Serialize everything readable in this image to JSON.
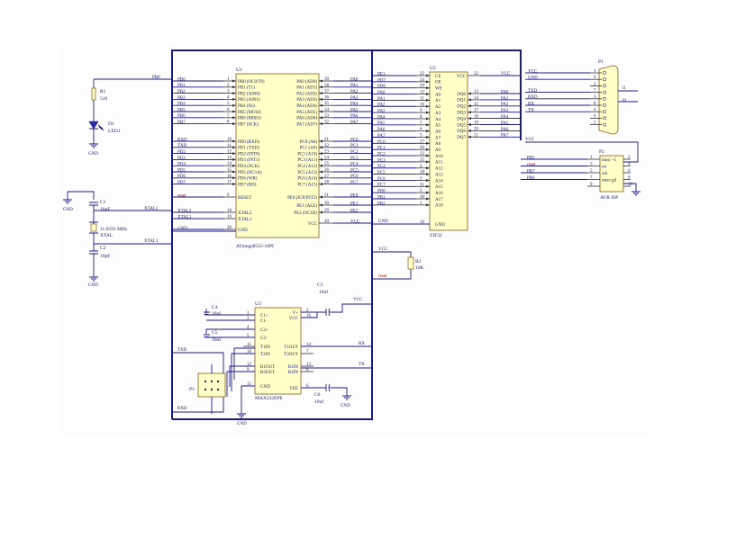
{
  "u1": {
    "ref": "U1",
    "part": "ATmega8515-16PI",
    "left_pins": [
      {
        "name": "PB0 (OC0/T0)",
        "num": "1"
      },
      {
        "name": "PB1 (T1)",
        "num": "2"
      },
      {
        "name": "PB2 (AIN0)",
        "num": "3"
      },
      {
        "name": "PB3 (AIN1)",
        "num": "4"
      },
      {
        "name": "PB4 (SS)",
        "num": "5"
      },
      {
        "name": "PB5 (MOSI)",
        "num": "6"
      },
      {
        "name": "PB6 (MISO)",
        "num": "7"
      },
      {
        "name": "PB7 (SCK)",
        "num": "8"
      },
      {
        "name": "PD0 (RXD)",
        "num": "10"
      },
      {
        "name": "PD1 (TXD)",
        "num": "11"
      },
      {
        "name": "PD2 (INT0)",
        "num": "12"
      },
      {
        "name": "PD3 (INT1)",
        "num": "13"
      },
      {
        "name": "PD4 (XCK)",
        "num": "14"
      },
      {
        "name": "PD5 (OC1A)",
        "num": "15"
      },
      {
        "name": "PD6 (WR)",
        "num": "16"
      },
      {
        "name": "PD7 (RD)",
        "num": "17"
      },
      {
        "name": "RESET",
        "num": "9"
      },
      {
        "name": "XTAL2",
        "num": "18"
      },
      {
        "name": "XTAL1",
        "num": "19"
      },
      {
        "name": "GND",
        "num": "20"
      }
    ],
    "left_nets": [
      "PB0",
      "PB1",
      "PB2",
      "PB3",
      "PB4",
      "PB5",
      "PB6",
      "PB7",
      "RXD",
      "TXD",
      "PD2",
      "PD3",
      "PD4",
      "PD5",
      "PD6",
      "PD7",
      "reset",
      "XTAL2",
      "XTAL1",
      "GND"
    ],
    "right_pins": [
      {
        "name": "PA0 (AD0)",
        "num": "39"
      },
      {
        "name": "PA1 (AD1)",
        "num": "38"
      },
      {
        "name": "PA2 (AD2)",
        "num": "37"
      },
      {
        "name": "PA3 (AD3)",
        "num": "36"
      },
      {
        "name": "PA4 (AD4)",
        "num": "35"
      },
      {
        "name": "PA5 (AD5)",
        "num": "34"
      },
      {
        "name": "PA6 (AD6)",
        "num": "33"
      },
      {
        "name": "PA7 (AD7)",
        "num": "32"
      },
      {
        "name": "PC0 (A8)",
        "num": "21"
      },
      {
        "name": "PC1 (A9)",
        "num": "22"
      },
      {
        "name": "PC2 (A10)",
        "num": "23"
      },
      {
        "name": "PC3 (A11)",
        "num": "24"
      },
      {
        "name": "PC4 (A12)",
        "num": "25"
      },
      {
        "name": "PC5 (A13)",
        "num": "26"
      },
      {
        "name": "PC6 (A14)",
        "num": "27"
      },
      {
        "name": "PC7 (A15)",
        "num": "28"
      },
      {
        "name": "PE0 (ICP/INT2)",
        "num": "31"
      },
      {
        "name": "PE1 (ALE)",
        "num": "30"
      },
      {
        "name": "PE2 (OC1B)",
        "num": "29"
      },
      {
        "name": "VCC",
        "num": "40"
      }
    ],
    "right_nets": [
      "PA0",
      "PA1",
      "PA2",
      "PA3",
      "PA4",
      "PA5",
      "PA6",
      "PA7",
      "PC0",
      "PC1",
      "PC2",
      "PC3",
      "PC4",
      "PC5",
      "PC6",
      "PC7",
      "PE0",
      "PE1",
      "PE2",
      "VCC"
    ]
  },
  "u2": {
    "ref": "U2",
    "part": "ZIF32",
    "left_pins": [
      {
        "name": "CE",
        "num": "22"
      },
      {
        "name": "OE",
        "num": "24"
      },
      {
        "name": "WE",
        "num": "29"
      },
      {
        "name": "A0",
        "num": "12"
      },
      {
        "name": "A1",
        "num": "11"
      },
      {
        "name": "A2",
        "num": "10"
      },
      {
        "name": "A3",
        "num": "9"
      },
      {
        "name": "A4",
        "num": "8"
      },
      {
        "name": "A5",
        "num": "7"
      },
      {
        "name": "A6",
        "num": "6"
      },
      {
        "name": "A7",
        "num": "5"
      },
      {
        "name": "A8",
        "num": "27"
      },
      {
        "name": "A9",
        "num": "26"
      },
      {
        "name": "A10",
        "num": "23"
      },
      {
        "name": "A11",
        "num": "25"
      },
      {
        "name": "A12",
        "num": "4"
      },
      {
        "name": "A13",
        "num": "28"
      },
      {
        "name": "A14",
        "num": "3"
      },
      {
        "name": "A15",
        "num": "31"
      },
      {
        "name": "A16",
        "num": "2"
      },
      {
        "name": "A17",
        "num": "30"
      },
      {
        "name": "A18",
        "num": "1"
      },
      {
        "name": "GND",
        "num": "16"
      }
    ],
    "left_nets": [
      "PE1",
      "PD7",
      "PD6",
      "PA0",
      "PA1",
      "PA2",
      "PA3",
      "PA4",
      "PA5",
      "PA6",
      "PA7",
      "PC0",
      "PC1",
      "PC2",
      "PC3",
      "PC4",
      "PC5",
      "PC6",
      "PC7",
      "PB0",
      "PB1",
      "PB2",
      "GND"
    ],
    "right_pins": [
      {
        "name": "VCC",
        "num": "32"
      },
      {
        "name": "DQ0",
        "num": "13"
      },
      {
        "name": "DQ1",
        "num": "14"
      },
      {
        "name": "DQ2",
        "num": "15"
      },
      {
        "name": "DQ3",
        "num": "17"
      },
      {
        "name": "DQ4",
        "num": "18"
      },
      {
        "name": "DQ5",
        "num": "19"
      },
      {
        "name": "DQ6",
        "num": "20"
      },
      {
        "name": "DQ7",
        "num": "21"
      }
    ],
    "right_nets": [
      "VCC",
      "PA0",
      "PA1",
      "PA2",
      "PA3",
      "PA4",
      "PA5",
      "PA6",
      "PA7"
    ]
  },
  "u3": {
    "ref": "U3",
    "part": "MAX232EPE",
    "left_pins": [
      {
        "name": "C1+",
        "num": "1"
      },
      {
        "name": "C1-",
        "num": "3"
      },
      {
        "name": "C2+",
        "num": "4"
      },
      {
        "name": "C2-",
        "num": "5"
      },
      {
        "name": "T1IN",
        "num": "11"
      },
      {
        "name": "T2IN",
        "num": "10"
      },
      {
        "name": "R1OUT",
        "num": "12"
      },
      {
        "name": "R2OUT",
        "num": "9"
      },
      {
        "name": "GND",
        "num": "15"
      }
    ],
    "right_pins": [
      {
        "name": "V+",
        "num": "2"
      },
      {
        "name": "VCC",
        "num": "16"
      },
      {
        "name": "T1OUT",
        "num": "14"
      },
      {
        "name": "T2OUT",
        "num": "7"
      },
      {
        "name": "R1IN",
        "num": "13"
      },
      {
        "name": "R2IN",
        "num": "8"
      },
      {
        "name": "VEE",
        "num": "6"
      }
    ]
  },
  "p1": {
    "ref": "P1",
    "pins": [
      "1",
      "6",
      "2",
      "7",
      "3",
      "8",
      "4",
      "9",
      "5"
    ],
    "nets": [
      "VCC",
      "GND",
      "",
      "TXD",
      "RXD",
      "RX",
      "TX",
      "",
      ""
    ],
    "extra": [
      "11",
      "10"
    ]
  },
  "p2": {
    "ref": "P2",
    "part": "AVR ISP",
    "rows": [
      {
        "net": "PB5",
        "l": "1",
        "name": "mosi +5",
        "r": "2"
      },
      {
        "net": "reset",
        "l": "3",
        "name": "rst",
        "r": "4"
      },
      {
        "net": "PB7",
        "l": "5",
        "name": "sck",
        "r": "6"
      },
      {
        "net": "PB6",
        "l": "7",
        "name": "miso gd",
        "r": "8"
      },
      {
        "net": "",
        "l": "9",
        "name": "",
        "r": "10"
      }
    ],
    "vcc": "VCC"
  },
  "p3": {
    "ref": "P3"
  },
  "passives": {
    "r1": {
      "ref": "R1",
      "value": "510"
    },
    "r2": {
      "ref": "R2",
      "value": "10K"
    },
    "d1": {
      "ref": "D1",
      "value": "LED1"
    },
    "c1": {
      "ref": "C1",
      "value": "10pF"
    },
    "c2": {
      "ref": "C2",
      "value": "10pF"
    },
    "c3": {
      "ref": "C3",
      "value": "10uf"
    },
    "c4": {
      "ref": "C4",
      "value": "10uf"
    },
    "c5": {
      "ref": "C5",
      "value": "10uf"
    },
    "c6": {
      "ref": "C6",
      "value": "10uf"
    },
    "y1": {
      "ref": "11.0592 MHz",
      "value": "XTAL"
    }
  },
  "nets": {
    "gnd": "GND",
    "vcc": "VCC",
    "pb0": "PB0",
    "xtal1": "XTAL1",
    "xtal2": "XTAL2",
    "reset": "reset",
    "txd": "TXD",
    "rxd": "RXD",
    "tx": "TX",
    "rx": "RX",
    "pe2": "PE2"
  }
}
